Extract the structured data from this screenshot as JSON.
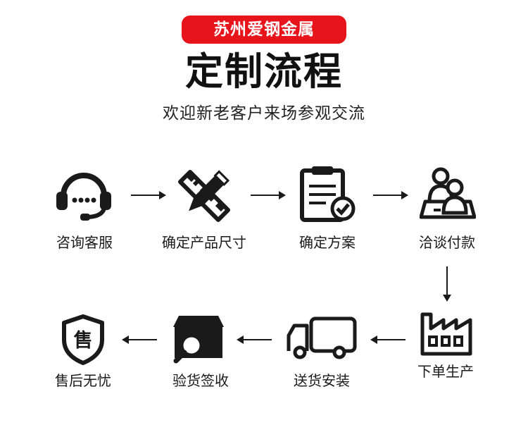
{
  "badge": "苏州爱钢金属",
  "title": "定制流程",
  "subtitle": "欢迎新老客户来场参观交流",
  "steps": [
    {
      "label": "咨询客服",
      "icon": "headset-icon"
    },
    {
      "label": "确定产品尺寸",
      "icon": "pencil-ruler-icon"
    },
    {
      "label": "确定方案",
      "icon": "clipboard-check-icon"
    },
    {
      "label": "洽谈付款",
      "icon": "meeting-people-icon"
    },
    {
      "label": "下单生产",
      "icon": "factory-icon"
    },
    {
      "label": "送货安装",
      "icon": "delivery-truck-icon"
    },
    {
      "label": "验货签收",
      "icon": "box-inspect-icon"
    },
    {
      "label": "售后无忧",
      "icon": "after-sales-shield-icon",
      "glyph": "售"
    }
  ],
  "colors": {
    "accent": "#e8141b",
    "ink": "#1a1a1a"
  }
}
